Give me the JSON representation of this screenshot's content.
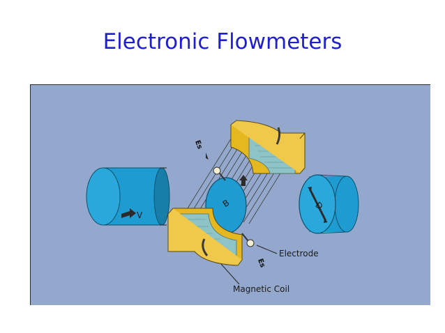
{
  "title": "Electronic Flowmeters",
  "diagram": {
    "labels": {
      "velocity": "V",
      "field": "B",
      "diameter": "D",
      "emf_top": "Es",
      "emf_bottom": "Es",
      "electrode": "Electrode",
      "magnetic_coil": "Magnetic Coil"
    },
    "colors": {
      "background": "#93a8cc",
      "pipe": "#1e9bd0",
      "coil": "#e6b820",
      "liner": "#8fc4c6"
    }
  }
}
